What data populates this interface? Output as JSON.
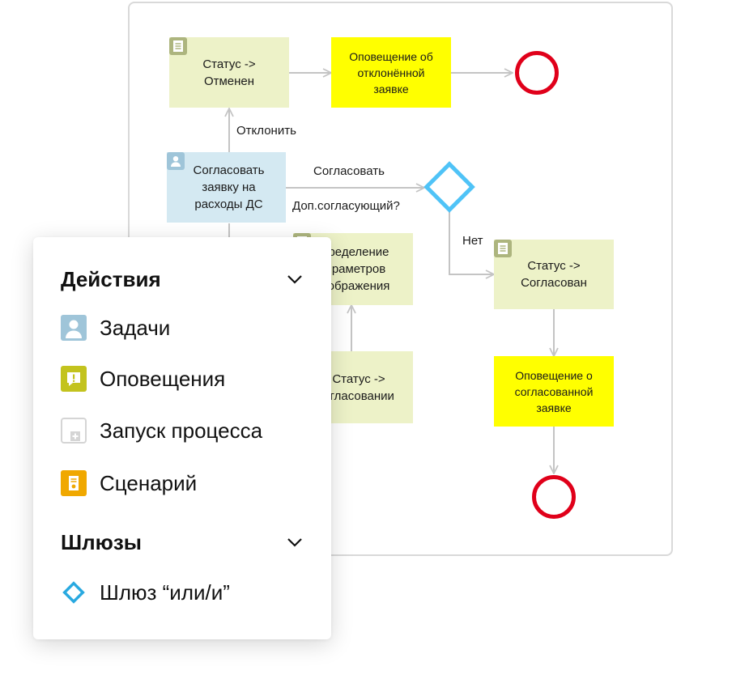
{
  "diagram": {
    "nodes": {
      "status_cancelled": "Статус ->\nОтменен",
      "notify_rejected": "Оповещение об\nотклонённой\nзаявке",
      "approve_task": "Согласовать\nзаявку на\nрасходы ДС",
      "params": "ределение\nраметров\nображения",
      "status_in_approval": "Статус ->\nогласовании",
      "status_approved": "Статус ->\nСогласован",
      "notify_approved": "Оповещение о\nсогласованной\nзаявке"
    },
    "edge_labels": {
      "reject": "Отклонить",
      "approve": "Согласовать",
      "extra_approver": "Доп.согласующий?",
      "no": "Нет"
    },
    "colors": {
      "status_fill": "#edf2c8",
      "notify_fill": "#ffff00",
      "task_fill": "#d4e9f2",
      "end_event": "#e0001a",
      "gateway": "#4fc3f7",
      "edge": "#c4c4c4"
    }
  },
  "panel": {
    "actions": {
      "title": "Действия",
      "items": [
        {
          "label": "Задачи",
          "icon": "user-icon",
          "color": "#9fc5d9"
        },
        {
          "label": "Оповещения",
          "icon": "notification-icon",
          "color": "#c3c31e"
        },
        {
          "label": "Запуск процесса",
          "icon": "process-start-icon",
          "color": "#d5d5d5"
        },
        {
          "label": "Сценарий",
          "icon": "script-icon",
          "color": "#f0a800"
        }
      ]
    },
    "gateways": {
      "title": "Шлюзы",
      "items": [
        {
          "label": "Шлюз “или/и”",
          "icon": "gateway-icon",
          "color": "#29a9e0"
        }
      ]
    }
  }
}
